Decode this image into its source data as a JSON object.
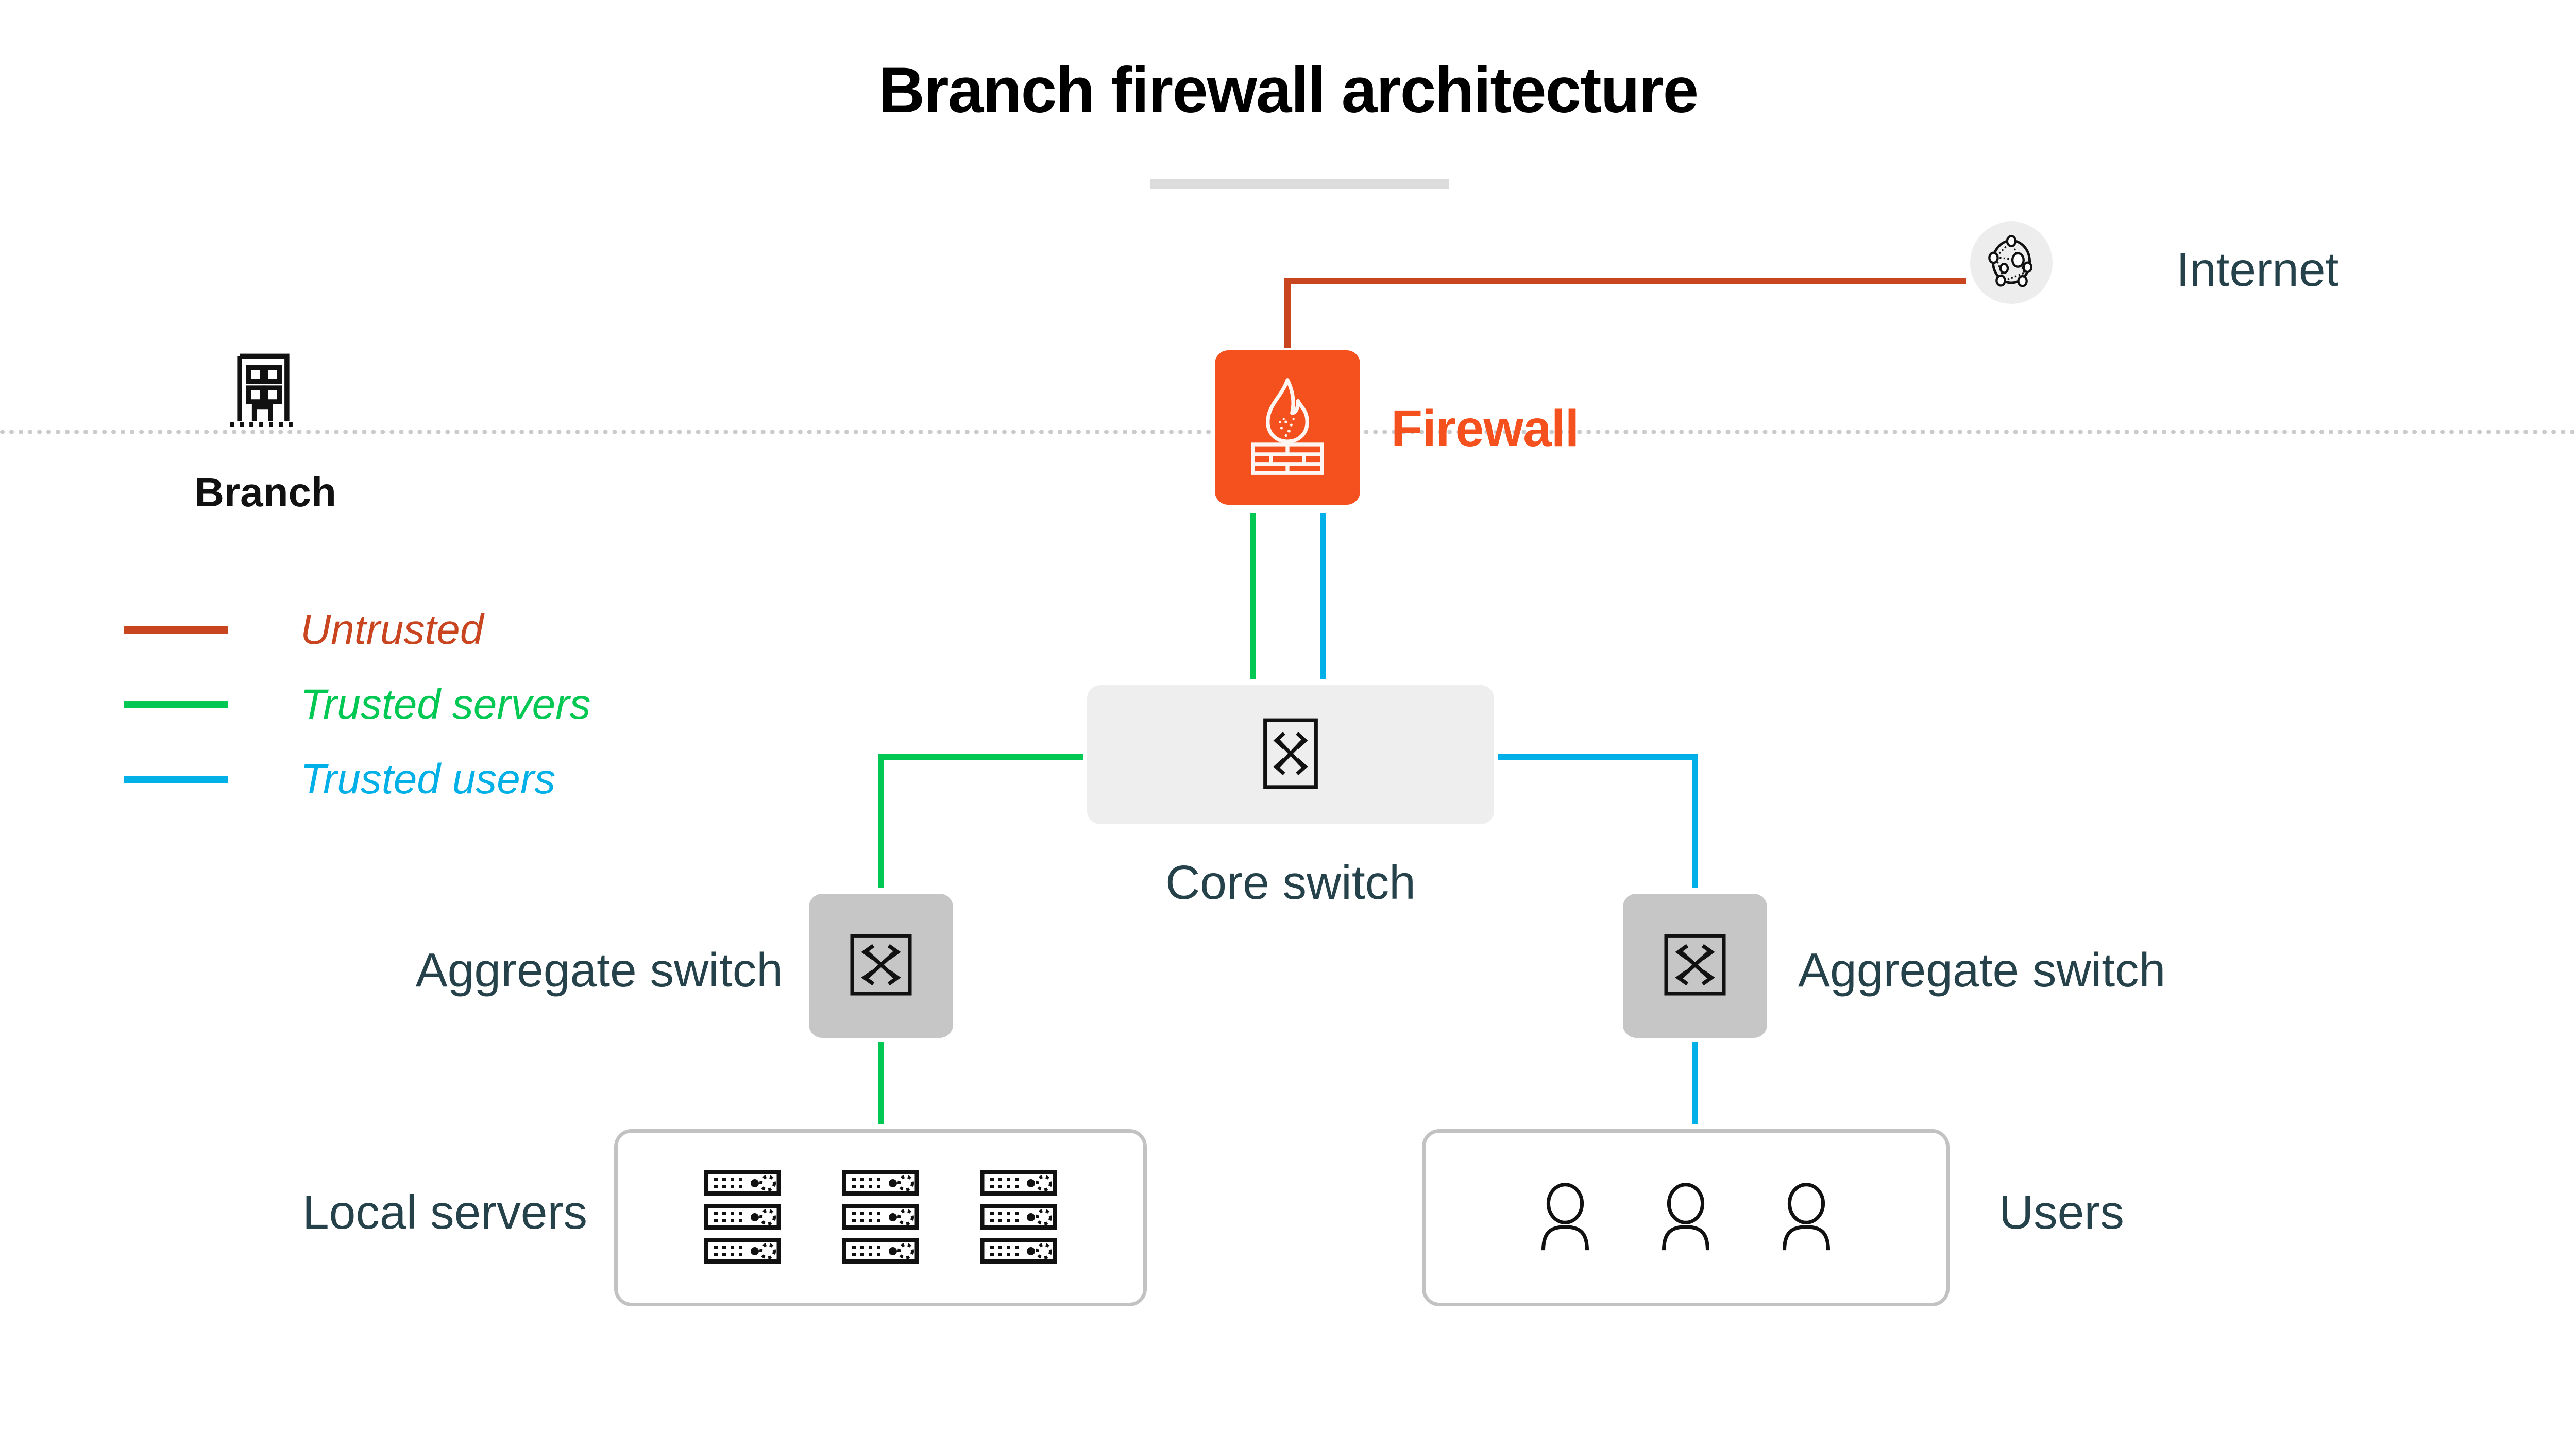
{
  "title": "Branch firewall architecture",
  "colors": {
    "untrusted": "#c8451f",
    "untrusted_link": "#c8451f",
    "trusted_servers": "#00c853",
    "trusted_users": "#00b0e6",
    "firewall_orange": "#f4511e",
    "label_slate": "#25414a",
    "core_switch_fill": "#eeeeee",
    "agg_switch_fill": "#c6c6c6",
    "internet_fill": "#ededed",
    "group_border": "#c2c2c2",
    "boundary_dots": "#c9cbcc",
    "title_rule": "#dcdcdc"
  },
  "legend": {
    "items": [
      {
        "label": "Untrusted",
        "color": "#c8451f",
        "icon": "line-swatch-icon"
      },
      {
        "label": "Trusted servers",
        "color": "#00c853",
        "icon": "line-swatch-icon"
      },
      {
        "label": "Trusted users",
        "color": "#00b0e6",
        "icon": "line-swatch-icon"
      }
    ]
  },
  "nodes": {
    "internet": {
      "label": "Internet",
      "icon": "globe-network-icon"
    },
    "firewall": {
      "label": "Firewall",
      "icon": "firewall-flame-brick-icon"
    },
    "branch": {
      "label": "Branch",
      "icon": "office-building-icon"
    },
    "core_switch": {
      "label": "Core switch",
      "icon": "network-switch-icon"
    },
    "agg_switch_left": {
      "label": "Aggregate switch",
      "icon": "network-switch-icon"
    },
    "agg_switch_right": {
      "label": "Aggregate switch",
      "icon": "network-switch-icon"
    },
    "local_servers": {
      "label": "Local servers",
      "icon": "server-rack-icon",
      "stacks": 3,
      "units_per_stack": 3
    },
    "users": {
      "label": "Users",
      "icon": "user-person-icon",
      "count": 3
    }
  },
  "connections": [
    {
      "from": "firewall",
      "to": "internet",
      "type": "Untrusted",
      "color": "#c8451f"
    },
    {
      "from": "firewall",
      "to": "core_switch",
      "type": "Trusted servers",
      "color": "#00c853"
    },
    {
      "from": "firewall",
      "to": "core_switch",
      "type": "Trusted users",
      "color": "#00b0e6"
    },
    {
      "from": "core_switch",
      "to": "agg_switch_left",
      "type": "Trusted servers",
      "color": "#00c853"
    },
    {
      "from": "core_switch",
      "to": "agg_switch_right",
      "type": "Trusted users",
      "color": "#00b0e6"
    },
    {
      "from": "agg_switch_left",
      "to": "local_servers",
      "type": "Trusted servers",
      "color": "#00c853"
    },
    {
      "from": "agg_switch_right",
      "to": "users",
      "type": "Trusted users",
      "color": "#00b0e6"
    }
  ]
}
